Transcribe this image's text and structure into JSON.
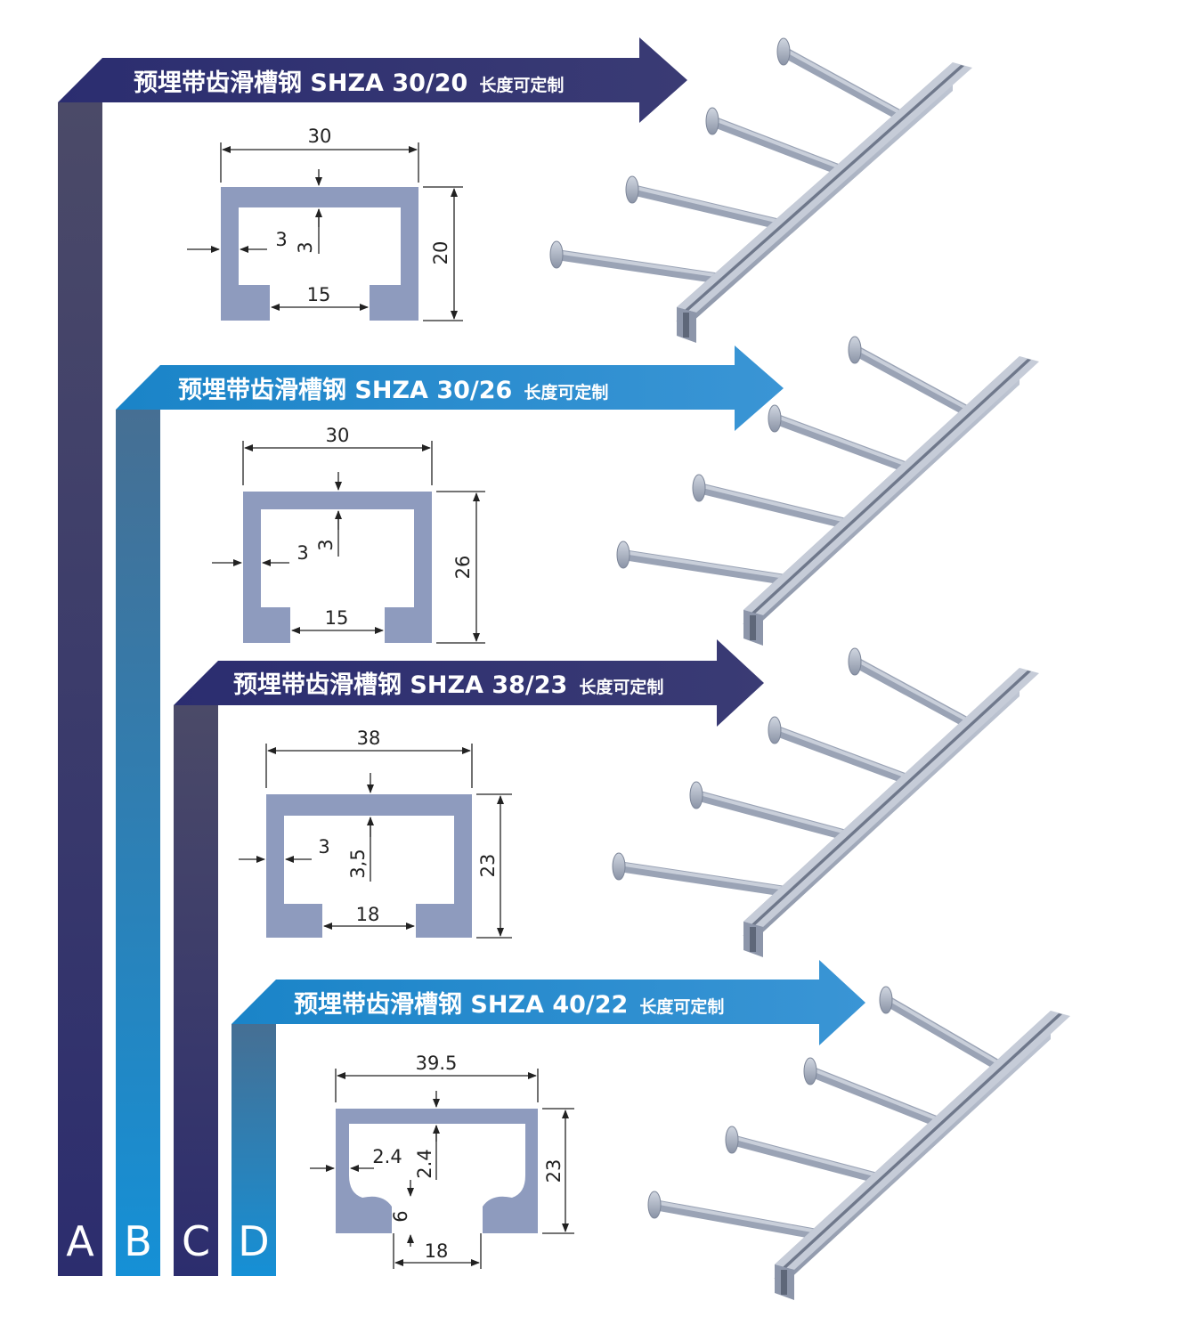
{
  "colors": {
    "dark_band": "#2c2d6e",
    "dark_band_grad": "#4a4a6a",
    "blue_band": "#1688cf",
    "blue_band_grad": "#456f94",
    "profile_fill": "#8e9bbe",
    "rail_fill": "#aab3c6",
    "rail_shadow": "#7f889c",
    "bolt_fill": "#b7c0cf"
  },
  "sections": [
    {
      "letter": "A",
      "title": "预埋带齿滑槽钢 SHZA 30/20",
      "suffix": "长度可定制",
      "dims": {
        "width": "30",
        "wall_side": "3",
        "wall_top": "3",
        "opening": "15",
        "height": "20"
      }
    },
    {
      "letter": "B",
      "title": "预埋带齿滑槽钢 SHZA 30/26",
      "suffix": "长度可定制",
      "dims": {
        "width": "30",
        "wall_side": "3",
        "wall_top": "3",
        "opening": "15",
        "height": "26"
      }
    },
    {
      "letter": "C",
      "title": "预埋带齿滑槽钢 SHZA 38/23",
      "suffix": "长度可定制",
      "dims": {
        "width": "38",
        "wall_side": "3",
        "wall_top": "3,5",
        "opening": "18",
        "height": "23"
      }
    },
    {
      "letter": "D",
      "title": "预埋带齿滑槽钢 SHZA 40/22",
      "suffix": "长度可定制",
      "dims": {
        "width": "39.5",
        "wall_side": "2.4",
        "wall_top": "2.4",
        "lip": "6",
        "opening": "18",
        "height": "23"
      }
    }
  ]
}
